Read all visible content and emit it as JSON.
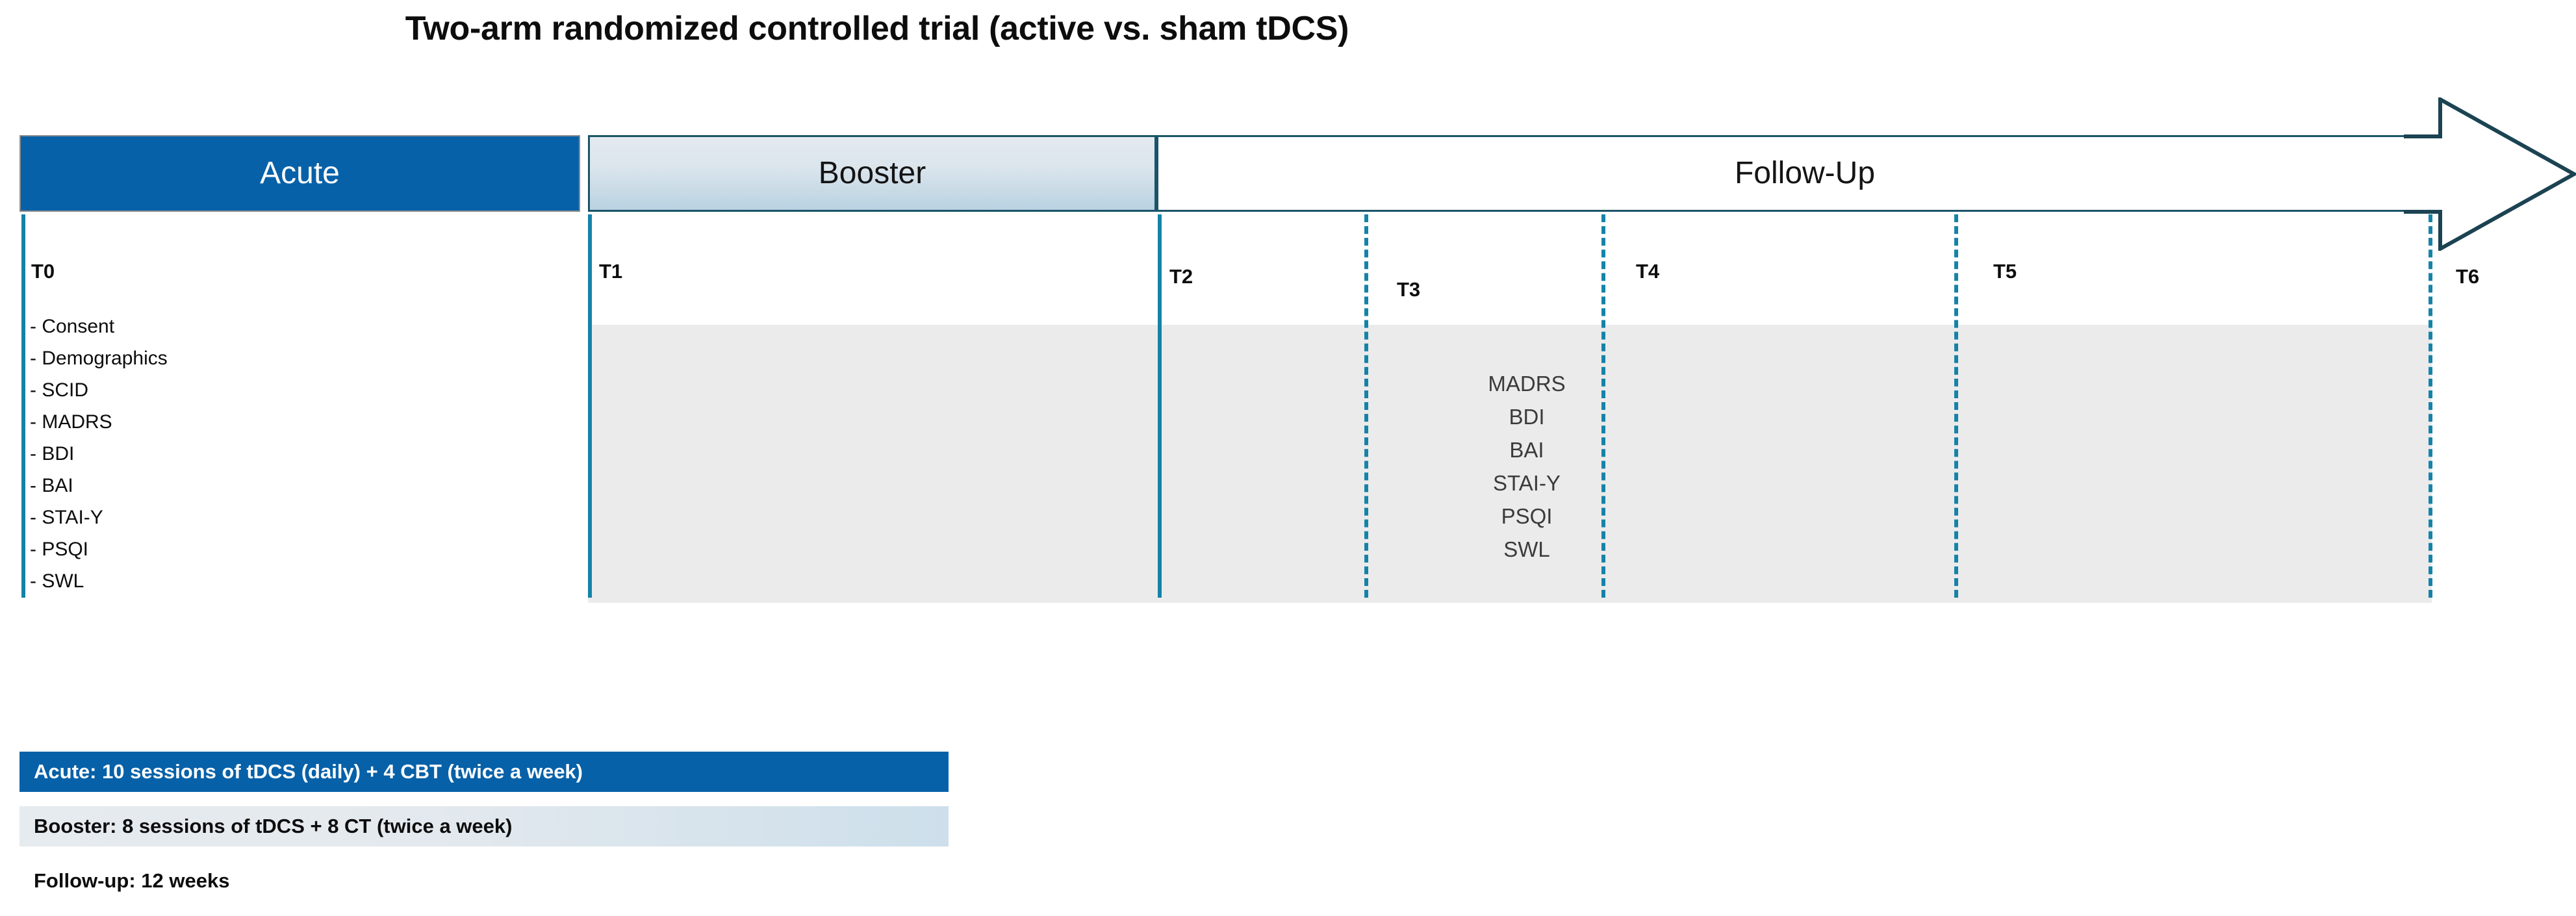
{
  "title": "Two-arm randomized controlled trial (active vs. sham tDCS)",
  "colors": {
    "acute_blue": "#0761A8",
    "tick_teal": "#1583A8",
    "band_border": "#1B5468",
    "panel_gray": "#EBEBEB"
  },
  "phases": [
    {
      "id": "acute",
      "label": "Acute"
    },
    {
      "id": "booster",
      "label": "Booster"
    },
    {
      "id": "follow",
      "label": "Follow-Up"
    }
  ],
  "timepoints": [
    {
      "id": "t0",
      "label": "T0",
      "line": "solid"
    },
    {
      "id": "t1",
      "label": "T1",
      "line": "solid"
    },
    {
      "id": "t2",
      "label": "T2",
      "line": "solid"
    },
    {
      "id": "t3",
      "label": "T3",
      "line": "dashed"
    },
    {
      "id": "t4",
      "label": "T4",
      "line": "dashed"
    },
    {
      "id": "t5",
      "label": "T5",
      "line": "dashed"
    },
    {
      "id": "t6",
      "label": "T6",
      "line": "dashed"
    }
  ],
  "baseline_assessments": [
    "- Consent",
    "- Demographics",
    "- SCID",
    "- MADRS",
    "- BDI",
    "- BAI",
    "- STAI-Y",
    "- PSQI",
    "- SWL"
  ],
  "repeat_assessments": [
    "MADRS",
    "BDI",
    "BAI",
    "STAI-Y",
    "PSQI",
    "SWL"
  ],
  "legend": [
    {
      "id": "acute",
      "text": "Acute: 10 sessions of tDCS (daily) + 4 CBT (twice a week)"
    },
    {
      "id": "booster",
      "text": "Booster: 8 sessions of tDCS + 8 CT (twice a week)"
    },
    {
      "id": "follow",
      "text": "Follow-up: 12 weeks"
    }
  ]
}
